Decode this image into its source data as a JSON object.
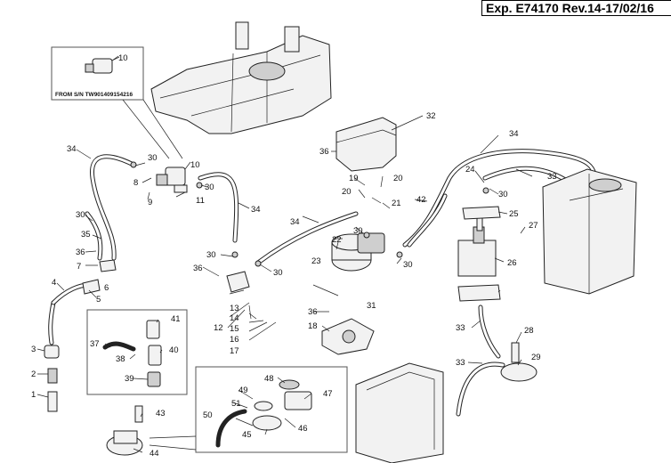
{
  "header": {
    "doc_ref": "Exp. E74170 Rev.14-17/02/16"
  },
  "inset_note": "FROM S/N TW901409154216",
  "part_labels": [
    "1",
    "2",
    "3",
    "4",
    "5",
    "6",
    "7",
    "8",
    "9",
    "10",
    "11",
    "12",
    "13",
    "14",
    "15",
    "16",
    "17",
    "18",
    "19",
    "20",
    "21",
    "22",
    "23",
    "24",
    "25",
    "26",
    "27",
    "28",
    "29",
    "30",
    "31",
    "32",
    "33",
    "34",
    "35",
    "36",
    "37",
    "38",
    "39",
    "40",
    "41",
    "42",
    "43",
    "44",
    "45",
    "46",
    "47",
    "48",
    "49",
    "50",
    "51"
  ]
}
